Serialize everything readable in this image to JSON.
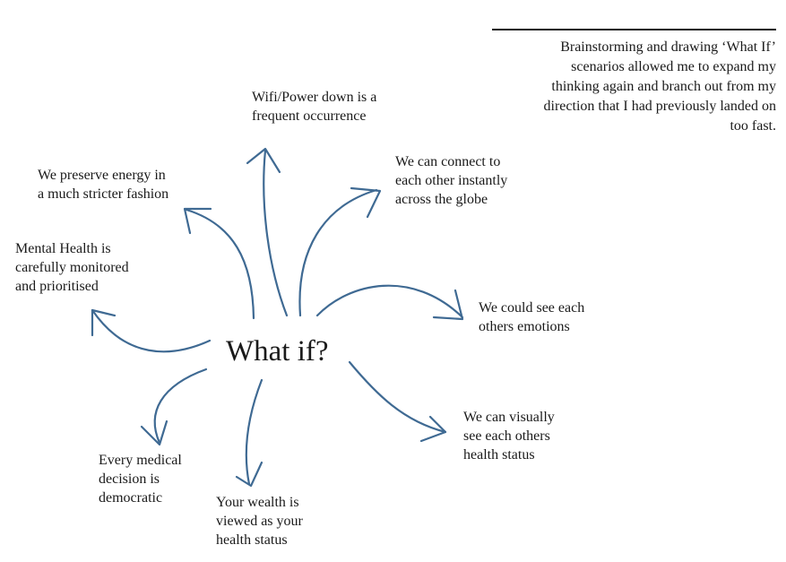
{
  "center_label": "What if?",
  "note_lines": [
    "Brainstorming and drawing ‘What If’",
    "scenarios allowed me to expand my",
    "thinking again and branch out from my",
    "direction that I had previously landed on",
    "too fast."
  ],
  "ideas": [
    {
      "id": "wifi",
      "lines": [
        "Wifi/Power down is a",
        "frequent occurrence"
      ]
    },
    {
      "id": "connect",
      "lines": [
        "We can connect to",
        "each other instantly",
        "across the globe"
      ]
    },
    {
      "id": "energy",
      "lines": [
        "We preserve energy in",
        "a much stricter fashion"
      ]
    },
    {
      "id": "mental",
      "lines": [
        "Mental Health is",
        "carefully monitored",
        "and prioritised"
      ]
    },
    {
      "id": "emotions",
      "lines": [
        "We could see each",
        "others emotions"
      ]
    },
    {
      "id": "visual",
      "lines": [
        "We can visually",
        "see each others",
        "health status"
      ]
    },
    {
      "id": "medical",
      "lines": [
        "Every medical",
        "decision is",
        "democratic"
      ]
    },
    {
      "id": "wealth",
      "lines": [
        "Your wealth is",
        "viewed as your",
        "health status"
      ]
    }
  ],
  "arrow_color": "#3f6a93"
}
